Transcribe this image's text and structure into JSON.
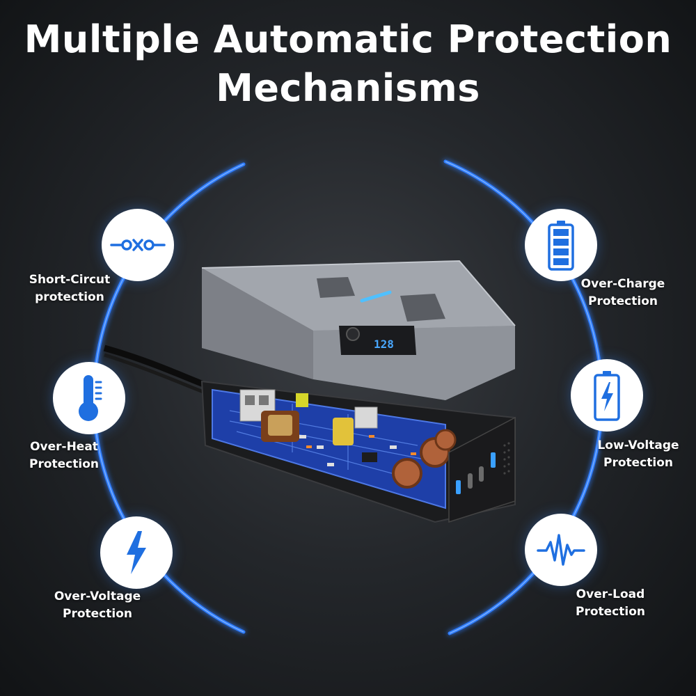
{
  "title": {
    "line1": "Multiple Automatic Protection",
    "line2": "Mechanisms"
  },
  "colors": {
    "accent": "#1f6fe0",
    "ring_glow": "#2f7dff",
    "background": "#24272b"
  },
  "features": [
    {
      "id": "short-circuit",
      "icon": "fuse-icon",
      "line1": "Short-Circut",
      "line2": "protection"
    },
    {
      "id": "over-heat",
      "icon": "thermometer-icon",
      "line1": "Over-Heat",
      "line2": "Protection"
    },
    {
      "id": "over-voltage",
      "icon": "lightning-icon",
      "line1": "Over-Voltage",
      "line2": "Protection"
    },
    {
      "id": "over-charge",
      "icon": "battery-full-icon",
      "line1": "Over-Charge",
      "line2": "Protection"
    },
    {
      "id": "low-voltage",
      "icon": "battery-charging-icon",
      "line1": "Low-Voltage",
      "line2": "Protection"
    },
    {
      "id": "over-load",
      "icon": "waveform-icon",
      "line1": "Over-Load",
      "line2": "Protection"
    }
  ],
  "product": {
    "name": "car-power-inverter",
    "display_reading": "128"
  }
}
